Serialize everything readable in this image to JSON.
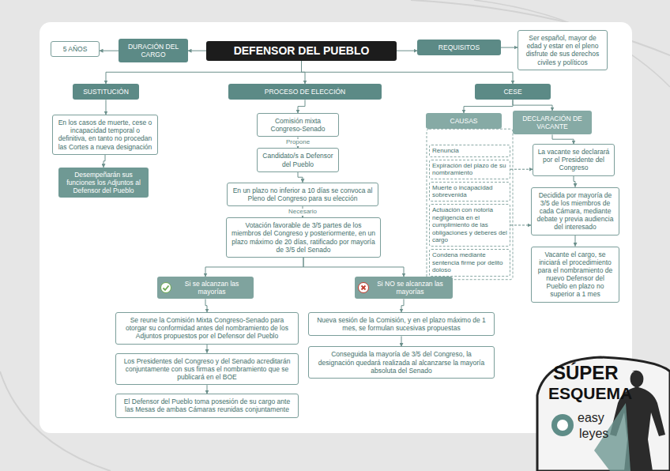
{
  "diagram": {
    "nodes": [
      {
        "text": [
          "DEFENSOR DEL PUEBLO"
        ]
      },
      {
        "text": [
          "DURACIÓN DEL CARGO"
        ]
      },
      {
        "text": [
          "5 AÑOS"
        ]
      },
      {
        "text": [
          "REQUISITOS"
        ]
      },
      {
        "text": [
          "Ser español, mayor de edad y estar en el pleno disfrute de sus derechos civiles y políticos"
        ]
      },
      {
        "text": [
          "SUSTITUCIÓN"
        ]
      },
      {
        "text": [
          "PROCESO DE ELECCIÓN"
        ]
      },
      {
        "text": [
          "CESE"
        ]
      },
      {
        "text": [
          "En los casos de muerte, cese o incapacidad temporal o definitiva, en tanto no procedan las Cortes a nueva designación"
        ]
      },
      {
        "text": [
          "Desempeñarán sus funciones los Adjuntos al Defensor del Pueblo"
        ]
      },
      {
        "text": [
          "Comisión mixta Congreso-Senado"
        ]
      },
      {
        "text": [
          "Candidato/s a Defensor del Pueblo"
        ]
      },
      {
        "text": [
          "En un plazo no inferior a 10 días se convoca al Pleno del Congreso para su elección"
        ]
      },
      {
        "text": [
          "Votación favorable de 3/5 partes de los miembros del Congreso y posteriormente, en un plazo máximo de 20 días, ratificado por mayoría de 3/5 del Senado"
        ]
      },
      {
        "text": [
          "CAUSAS"
        ]
      },
      {
        "text": [
          "DECLARACIÓN DE VACANTE"
        ]
      },
      {
        "text": [
          "Renuncia"
        ]
      },
      {
        "text": [
          "Expiración del plazo de su nombramiento"
        ]
      },
      {
        "text": [
          "Muerte o incapacidad sobrevenida"
        ]
      },
      {
        "text": [
          "Actuación con notoria negligencia en el cumplimiento de las obligaciones y deberes del cargo"
        ]
      },
      {
        "text": [
          "Condena mediante sentencia firme por delito doloso"
        ]
      },
      {
        "text": [
          "La vacante se declarará por el Presidente del Congreso"
        ]
      },
      {
        "text": [
          "Decidida por mayoría de 3/5 de los miembros de cada Cámara, mediante debate y previa audiencia del interesado"
        ]
      },
      {
        "text": [
          "Vacante el cargo, se iniciará el procedimiento para el nombramiento de nuevo Defensor del Pueblo en plazo no superior a 1 mes"
        ]
      },
      {
        "text": [
          "Si se alcanzan las mayorías"
        ]
      },
      {
        "text": [
          "Si NO se alcanzan las mayorías"
        ]
      },
      {
        "text": [
          "Se reune la Comisión Mixta Congreso-Senado para otorgar su conformidad antes del nombramiento de los Adjuntos propuestos por el Defensor del Pueblo"
        ]
      },
      {
        "text": [
          "Los Presidentes del Congreso y del Senado acreditarán conjuntamente con sus firmas el nombramiento que se publicará en el BOE"
        ]
      },
      {
        "text": [
          "El Defensor del Pueblo toma posesión de su cargo ante las Mesas de ambas Cámaras reunidas conjuntamente"
        ]
      },
      {
        "text": [
          "Nueva sesión de la Comisión, y en el plazo máximo de 1 mes, se formulan sucesivas propuestas"
        ]
      },
      {
        "text": [
          "Conseguida la mayoría de 3/5 del Congreso, la designación quedará realizada al alcanzarse la mayoría absoluta del Senado"
        ]
      }
    ],
    "edges": [
      {
        "from": 0,
        "to": 1,
        "arrow": "to"
      },
      {
        "from": 1,
        "to": 2,
        "arrow": "to"
      },
      {
        "from": 0,
        "to": 3,
        "arrow": "to"
      },
      {
        "from": 3,
        "to": 4,
        "arrow": "to"
      },
      {
        "from": 0,
        "to": 5,
        "arrow": "to"
      },
      {
        "from": 0,
        "to": 6,
        "arrow": "to"
      },
      {
        "from": 0,
        "to": 7,
        "arrow": "to"
      },
      {
        "from": 5,
        "to": 8,
        "arrow": "to"
      },
      {
        "from": 8,
        "to": 9,
        "arrow": "to"
      },
      {
        "from": 6,
        "to": 10,
        "arrow": "to"
      },
      {
        "from": 10,
        "to": 11,
        "label": "Propone",
        "arrow": "to"
      },
      {
        "from": 11,
        "to": 12,
        "arrow": "to"
      },
      {
        "from": 12,
        "to": 13,
        "label": "Necesario",
        "arrow": "to"
      },
      {
        "from": 13,
        "to": 24,
        "arrow": "to"
      },
      {
        "from": 13,
        "to": 25,
        "arrow": "to"
      },
      {
        "from": 7,
        "to": 14,
        "arrow": "to"
      },
      {
        "from": 7,
        "to": 15,
        "arrow": "to"
      },
      {
        "from": 24,
        "to": 26,
        "arrow": "to"
      },
      {
        "from": 26,
        "to": 27,
        "arrow": "to"
      },
      {
        "from": 27,
        "to": 28,
        "arrow": "to"
      },
      {
        "from": 25,
        "to": 29,
        "arrow": "to"
      },
      {
        "from": 29,
        "to": 30,
        "arrow": "to"
      },
      {
        "from": 15,
        "to": 21,
        "arrow": "to"
      },
      {
        "from": 21,
        "to": 22,
        "arrow": "to"
      },
      {
        "from": 22,
        "to": 23,
        "arrow": "to"
      },
      {
        "from": 17,
        "to": 21,
        "arrow": "to"
      },
      {
        "from": 19,
        "to": 22,
        "arrow": "to"
      }
    ],
    "labels": [
      "SÚPER",
      "ESQUEMA",
      "easy",
      "leyes"
    ]
  }
}
